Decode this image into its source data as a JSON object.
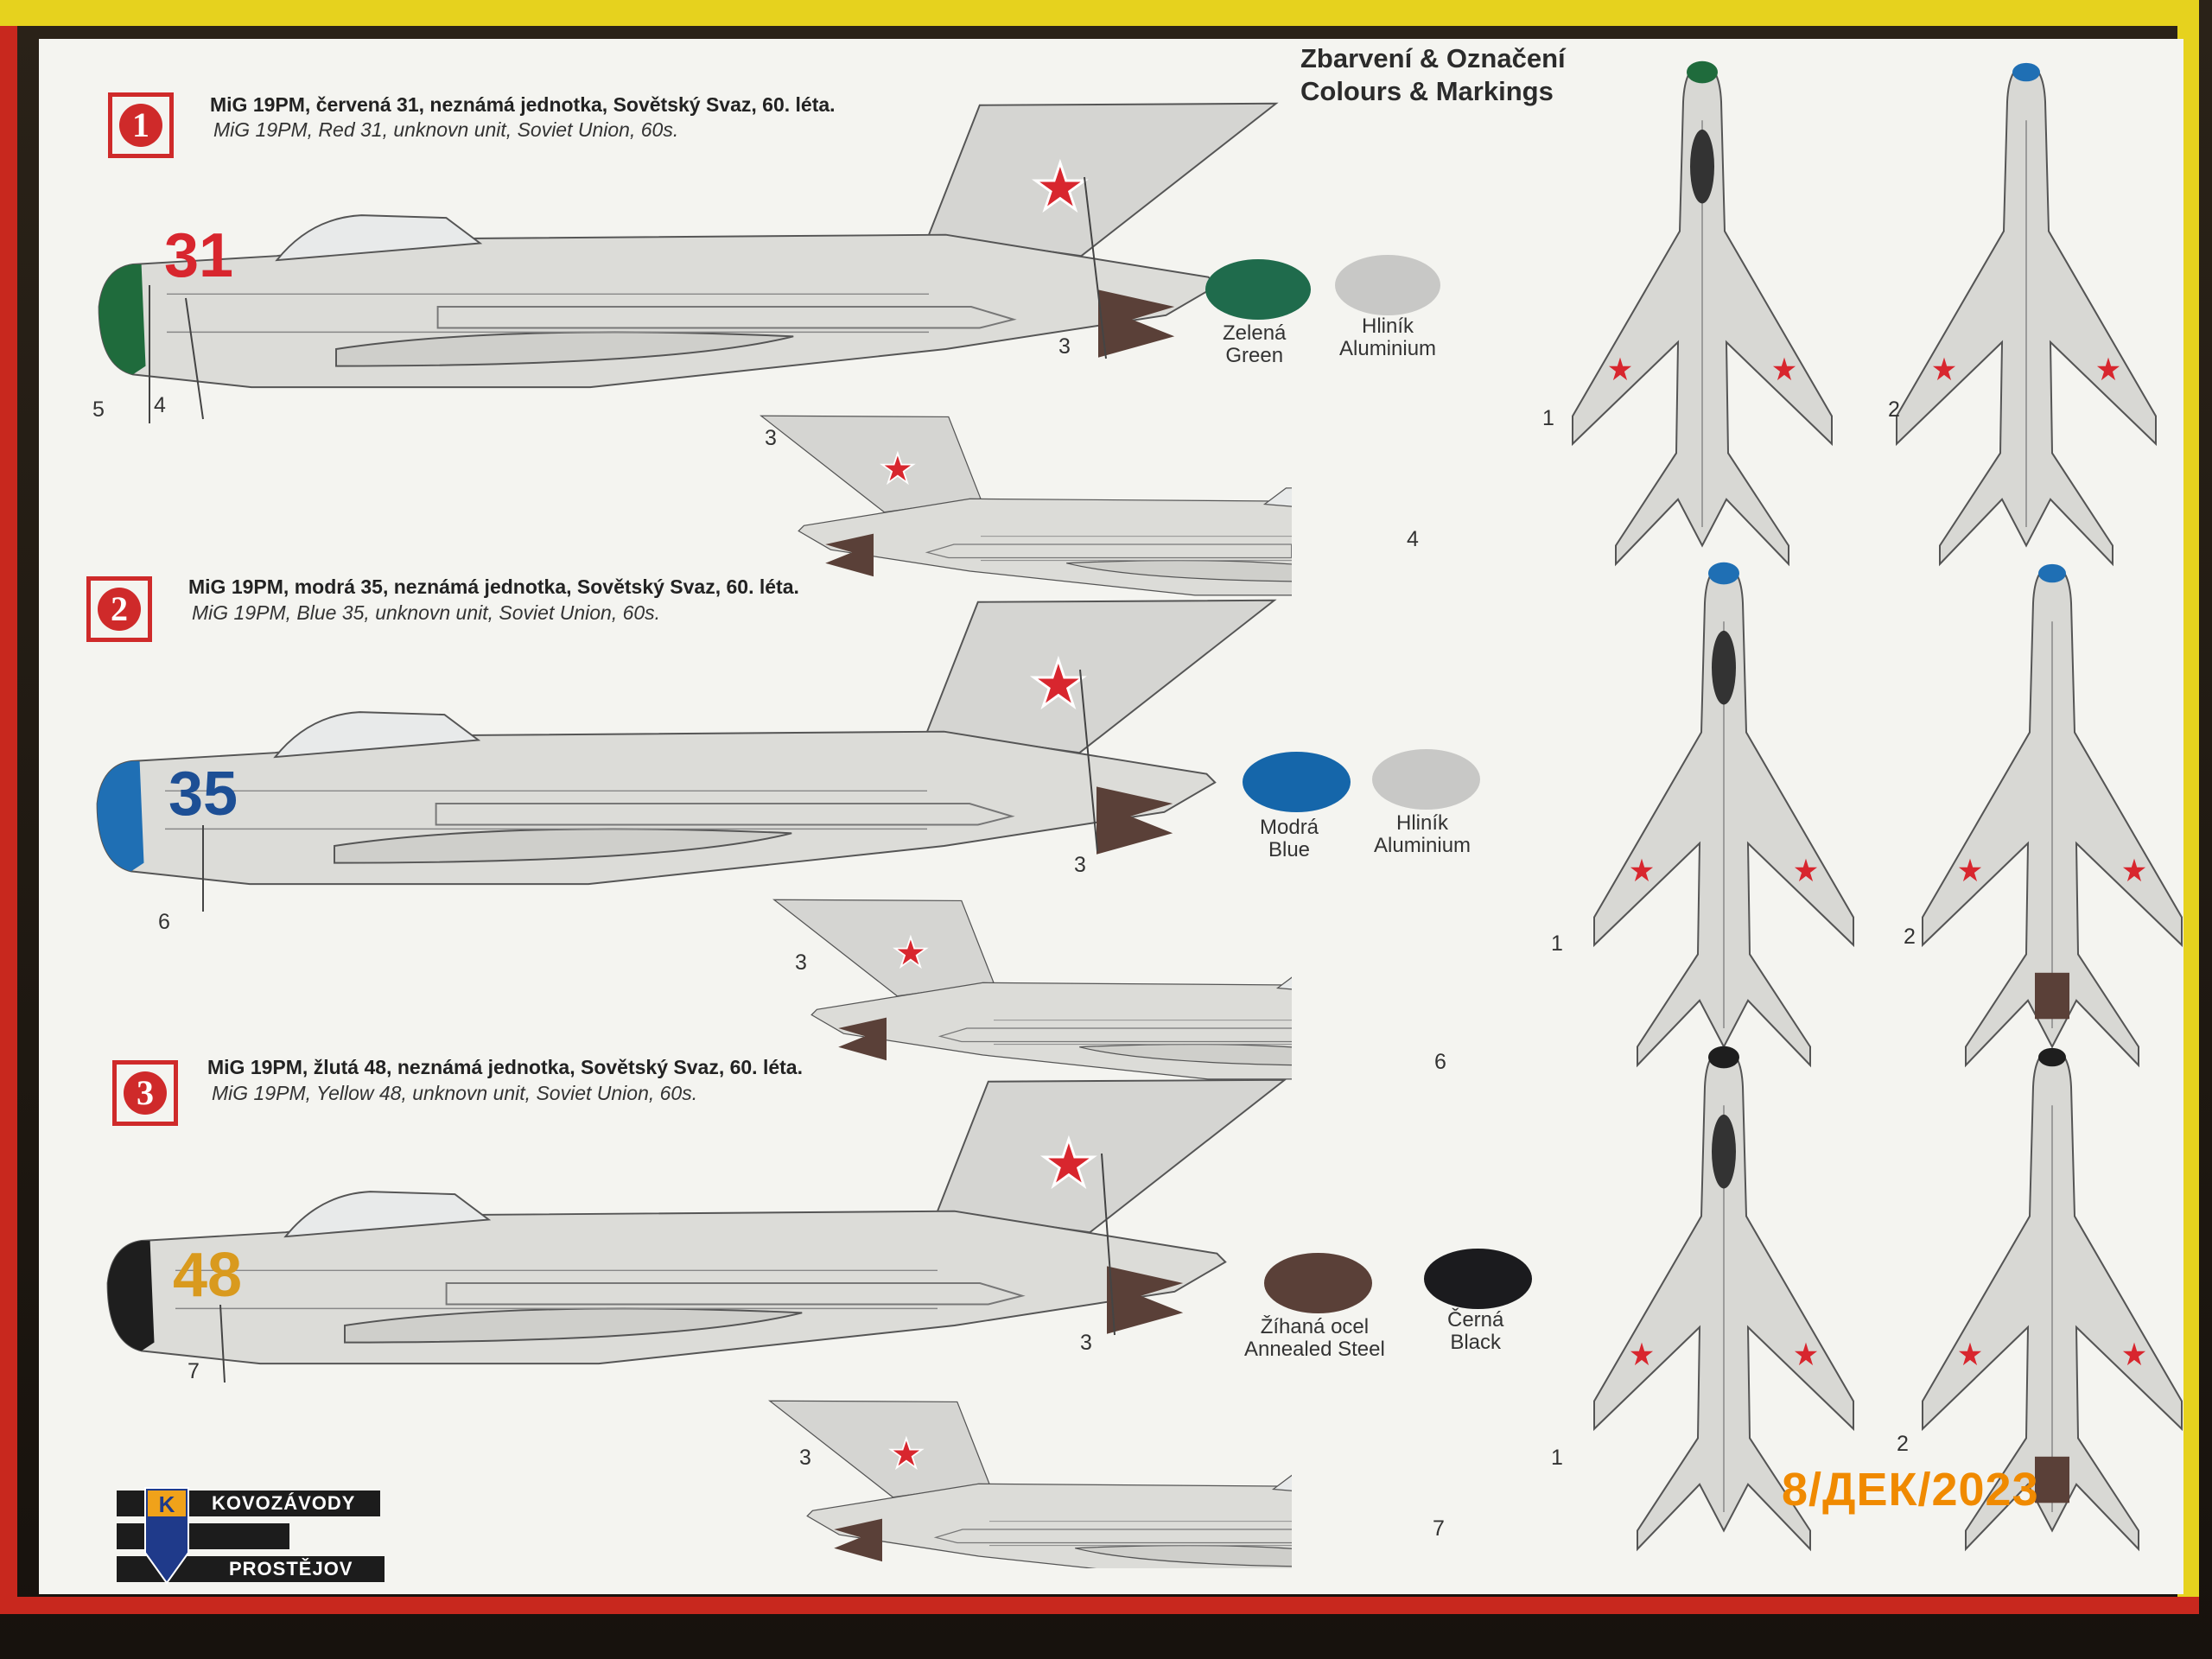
{
  "heading": {
    "line1": "Zbarvení & Označení",
    "line2": "Colours & Markings"
  },
  "schemes": [
    {
      "number": "1",
      "title_cz": "MiG 19PM, červená 31, neznámá jednotka, Sovětský Svaz, 60. léta.",
      "title_en": "MiG 19PM, Red 31, unknovn unit, Soviet Union, 60s.",
      "code": "31",
      "code_color": "#d8262e",
      "nose_color": "#1f6b3c"
    },
    {
      "number": "2",
      "title_cz": "MiG 19PM, modrá 35, neznámá jednotka, Sovětský Svaz, 60. léta.",
      "title_en": "MiG 19PM, Blue 35, unknovn unit, Soviet Union, 60s.",
      "code": "35",
      "code_color": "#1d4f95",
      "nose_color": "#1f6fb4"
    },
    {
      "number": "3",
      "title_cz": "MiG 19PM, žlutá 48, neznámá jednotka, Sovětský Svaz, 60. léta.",
      "title_en": "MiG 19PM, Yellow 48, unknovn unit, Soviet Union, 60s.",
      "code": "48",
      "code_color": "#d99a1e",
      "nose_color": "#1e1e1e"
    }
  ],
  "swatches": [
    {
      "cz": "Zelená",
      "en": "Green",
      "color": "#1f6b4c"
    },
    {
      "cz": "Hliník",
      "en": "Aluminium",
      "color": "#c8c8c6"
    },
    {
      "cz": "Modrá",
      "en": "Blue",
      "color": "#1566aa"
    },
    {
      "cz": "Hliník",
      "en": "Aluminium",
      "color": "#c8c8c6"
    },
    {
      "cz": "Žíhaná ocel",
      "en": "Annealed Steel",
      "color": "#5a4038"
    },
    {
      "cz": "Černá",
      "en": "Black",
      "color": "#1b1b1e"
    }
  ],
  "callouts": [
    "1",
    "2",
    "3",
    "4",
    "5",
    "6",
    "7"
  ],
  "logo": {
    "top": "KOVOZÁVODY",
    "bottom": "PROSTĚJOV",
    "letter": "K"
  },
  "date_stamp": "8/ДЕК/2023"
}
